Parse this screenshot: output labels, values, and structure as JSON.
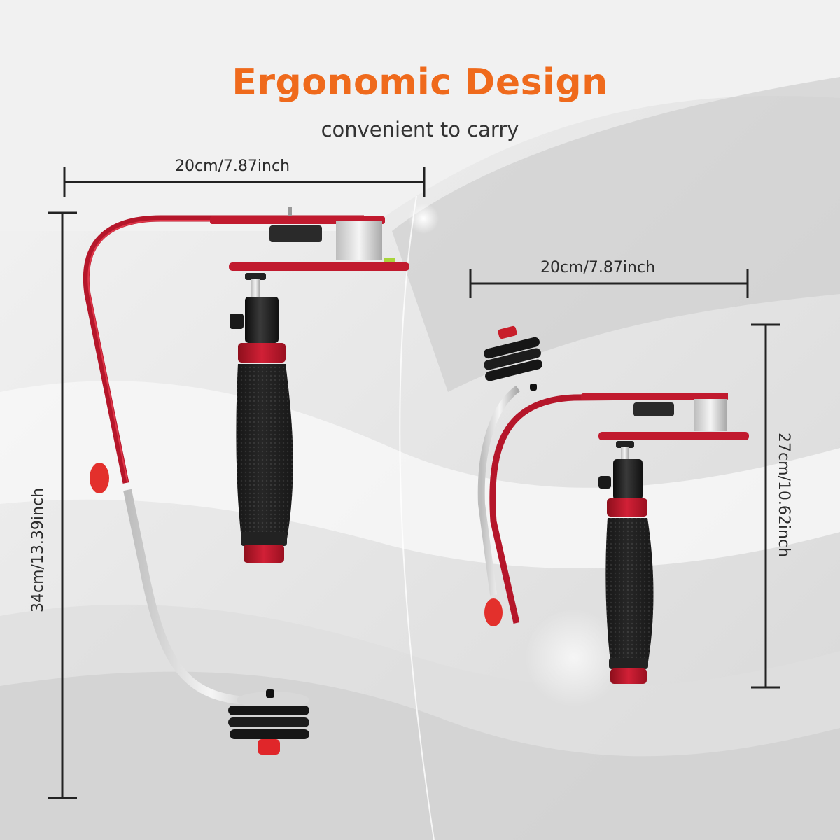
{
  "header": {
    "title": "Ergonomic Design",
    "subtitle": "convenient to carry"
  },
  "dimensions": {
    "left_width": "20cm/7.87inch",
    "left_height": "34cm/13.39inch",
    "right_width": "20cm/7.87inch",
    "right_height": "27cm/10.62inch"
  },
  "products": [
    {
      "name": "stabilizer-extended",
      "state": "unfolded"
    },
    {
      "name": "stabilizer-folded",
      "state": "folded"
    }
  ],
  "colors": {
    "title": "#ef6a1c",
    "frame_red": "#c2182b",
    "grip_black": "#1e1e1e",
    "dimension_line": "#222222"
  }
}
